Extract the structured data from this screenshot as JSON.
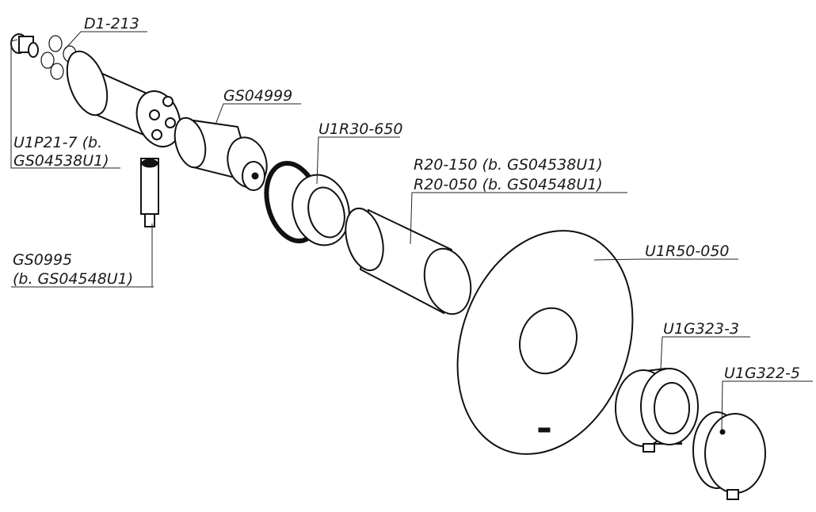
{
  "labels": {
    "d1_213": "D1-213",
    "u1p21_7_line1": "U1P21-7 (b.",
    "u1p21_7_line2": "GS04538U1)",
    "gs04999": "GS04999",
    "u1r30_650": "U1R30-650",
    "r20_150": "R20-150 (b. GS04538U1)",
    "r20_050": "R20-050 (b. GS04548U1)",
    "gs0995_line1": "GS0995",
    "gs0995_line2": "(b. GS04548U1)",
    "u1r50_050": "U1R50-050",
    "u1g323_3": "U1G323-3",
    "u1g322_5": "U1G322-5"
  }
}
